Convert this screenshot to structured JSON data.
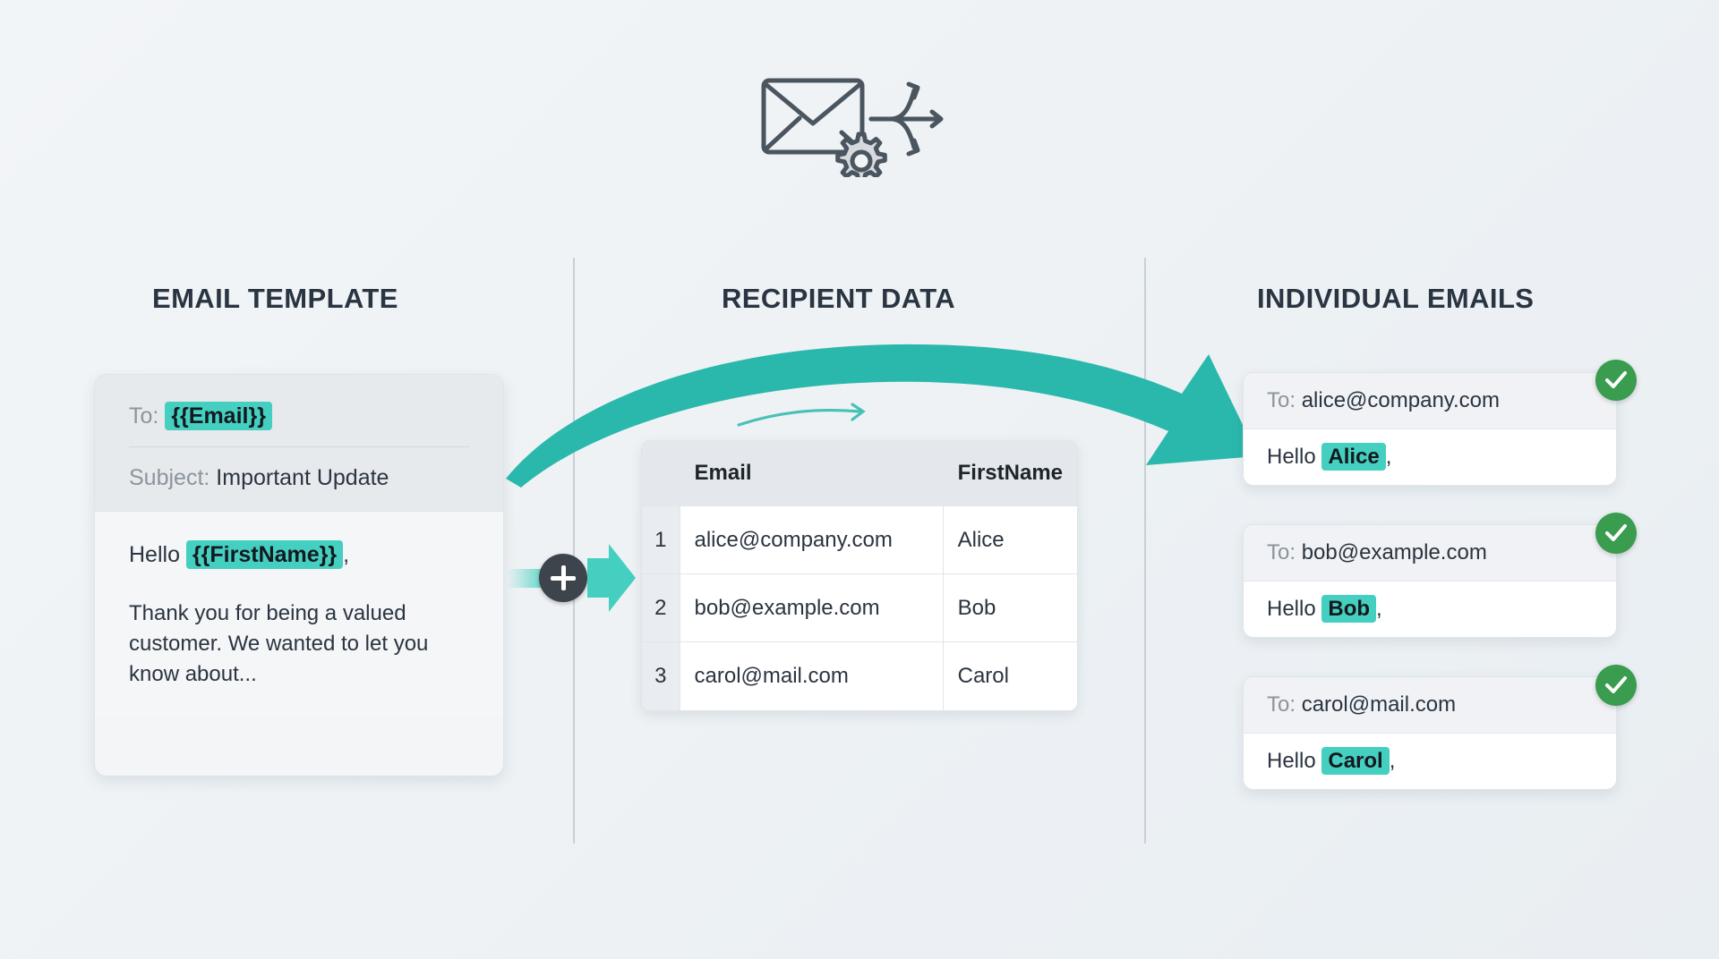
{
  "icon": {
    "name": "mail-merge-gear-icon",
    "stroke_color": "#4a555f"
  },
  "colors": {
    "background": "#eef2f5",
    "accent_teal": "#2bb8ac",
    "highlight_teal": "#45cfc0",
    "success_green": "#3a9c4f",
    "heading_navy": "#2a3542",
    "muted_gray": "#8b949d"
  },
  "columns": {
    "left_heading": "EMAIL TEMPLATE",
    "middle_heading": "RECIPIENT DATA",
    "right_heading": "INDIVIDUAL EMAILS"
  },
  "template": {
    "to_label": "To:",
    "to_token": "{{Email}}",
    "subject_label": "Subject:",
    "subject_value": "Important Update",
    "greeting_prefix": "Hello",
    "greeting_token": "{{FirstName}}",
    "greeting_suffix": ",",
    "paragraph": "Thank you for being a valued customer. We wanted to let you know about..."
  },
  "merge": {
    "plus_symbol": "+"
  },
  "recipients": {
    "columns": [
      "Email",
      "FirstName"
    ],
    "rows": [
      {
        "index": "1",
        "email": "alice@company.com",
        "first_name": "Alice"
      },
      {
        "index": "2",
        "email": "bob@example.com",
        "first_name": "Bob"
      },
      {
        "index": "3",
        "email": "carol@mail.com",
        "first_name": "Carol"
      }
    ]
  },
  "emails": [
    {
      "to_label": "To:",
      "to_value": "alice@company.com",
      "greeting_prefix": "Hello",
      "name": "Alice",
      "greeting_suffix": ",",
      "status": "sent"
    },
    {
      "to_label": "To:",
      "to_value": "bob@example.com",
      "greeting_prefix": "Hello",
      "name": "Bob",
      "greeting_suffix": ",",
      "status": "sent"
    },
    {
      "to_label": "To:",
      "to_value": "carol@mail.com",
      "greeting_prefix": "Hello",
      "name": "Carol",
      "greeting_suffix": ",",
      "status": "sent"
    }
  ]
}
